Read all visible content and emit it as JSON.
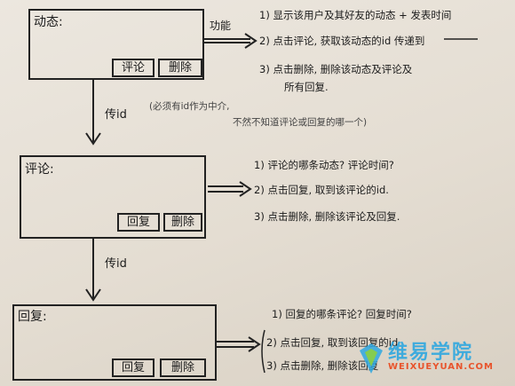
{
  "sections": [
    {
      "title": "动态:",
      "buttons": [
        "评论",
        "删除"
      ],
      "arrow_label": "功能",
      "notes": [
        "1) 显示该用户及其好友的动态 + 发表时间",
        "2) 点击评论, 获取该动态的id 传递到",
        "3) 点击删除, 删除该动态及评论及",
        "所有回复."
      ]
    },
    {
      "title": "评论:",
      "buttons": [
        "回复",
        "删除"
      ],
      "notes": [
        "1) 评论的哪条动态? 评论时间?",
        "2) 点击回复, 取到该评论的id.",
        "3) 点击删除, 删除该评论及回复."
      ]
    },
    {
      "title": "回复:",
      "buttons": [
        "回复",
        "删除"
      ],
      "notes": [
        "1) 回复的哪条评论? 回复时间?",
        "2) 点击回复, 取到该回复的id",
        "3) 点击删除, 删除该回复"
      ]
    }
  ],
  "links": [
    {
      "label": "传id",
      "remark": "(必须有id作为中介,",
      "remark2": "不然不知道评论或回复的哪一个)"
    },
    {
      "label": "传id"
    }
  ],
  "watermark": {
    "text": "维易学院",
    "url": "WEIXUEYUAN.COM"
  }
}
